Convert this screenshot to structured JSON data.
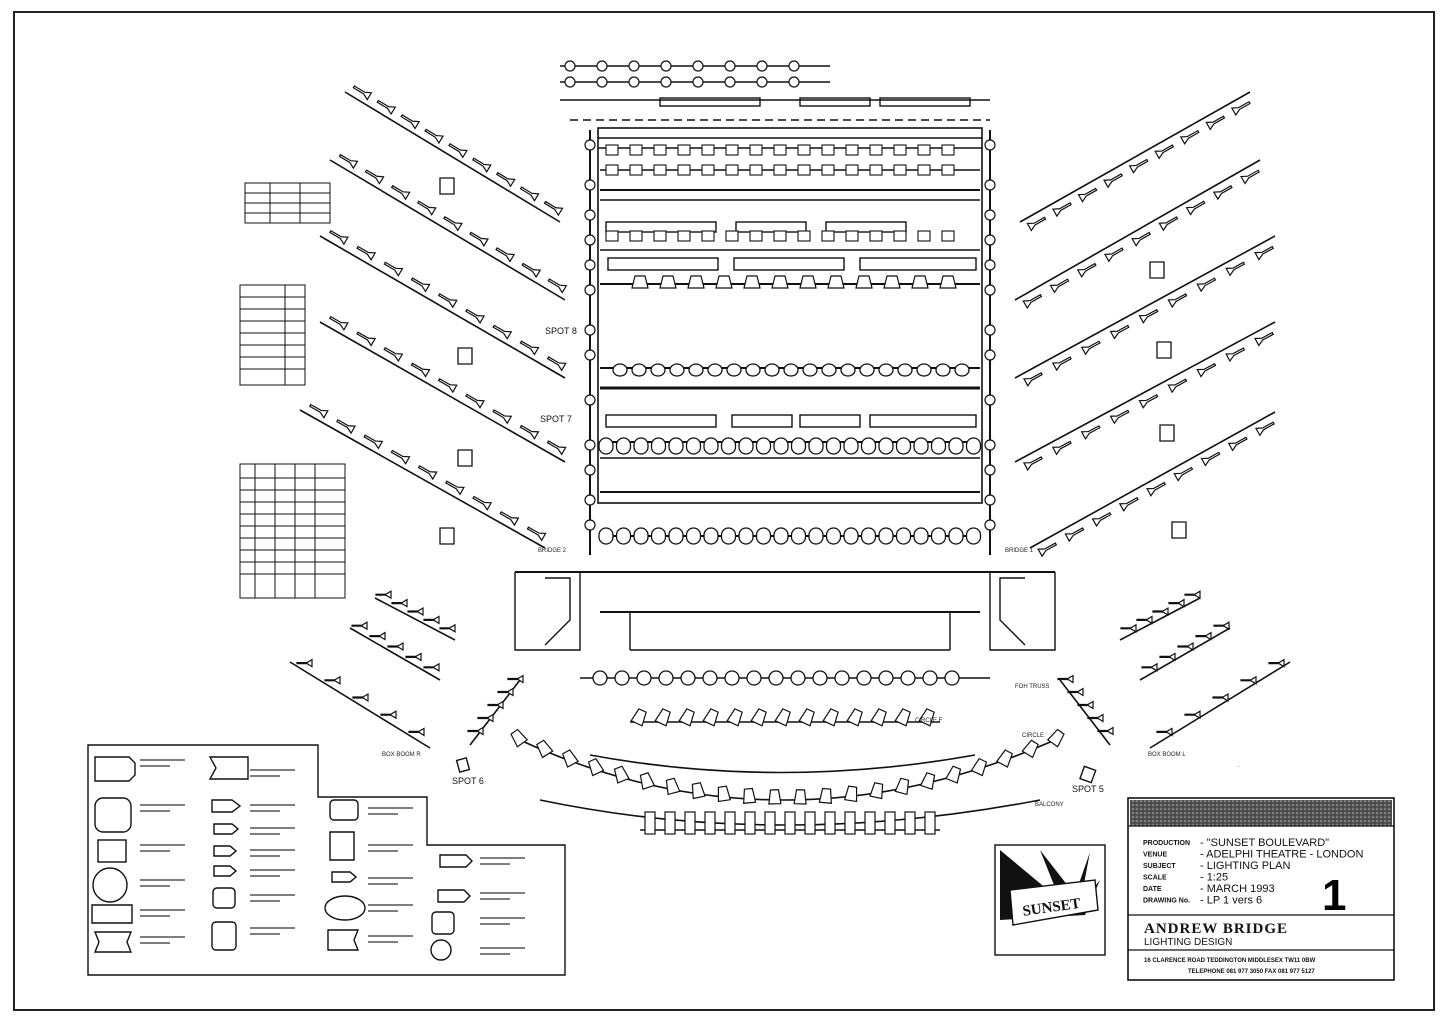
{
  "title_block": {
    "labels": [
      "PRODUCTION",
      "VENUE",
      "SUBJECT",
      "SCALE",
      "DATE",
      "DRAWING No."
    ],
    "values": [
      "\"SUNSET BOULEVARD\"",
      "ADELPHI THEATRE - LONDON",
      "LIGHTING PLAN",
      "1:25",
      "MARCH 1993",
      "LP 1 vers 6"
    ],
    "designer": "ANDREW BRIDGE",
    "designer_sub": "LIGHTING DESIGN",
    "address": "16 CLARENCE ROAD  TEDDINGTON  MIDDLESEX  TW11 0BW",
    "telephone": "TELEPHONE 081 977 3050   FAX 081 977 5127",
    "sheet_number": "1"
  },
  "logo_text": "SUNSET",
  "labels": {
    "spot6": "SPOT 6",
    "spot5": "SPOT 5",
    "spot8": "SPOT 8",
    "spot7": "SPOT 7",
    "bridge_left": "BRIDGE 2",
    "bridge_right": "BRIDGE 1",
    "circle": "CIRCLE",
    "balcony": "BALCONY",
    "box_boom_left": "BOX BOOM R",
    "box_boom_right": "BOX BOOM L",
    "circle_front": "CIRCLE F",
    "foh_truss": "FOH TRUSS"
  },
  "colors": {
    "ink": "#111111",
    "paper": "#ffffff"
  }
}
